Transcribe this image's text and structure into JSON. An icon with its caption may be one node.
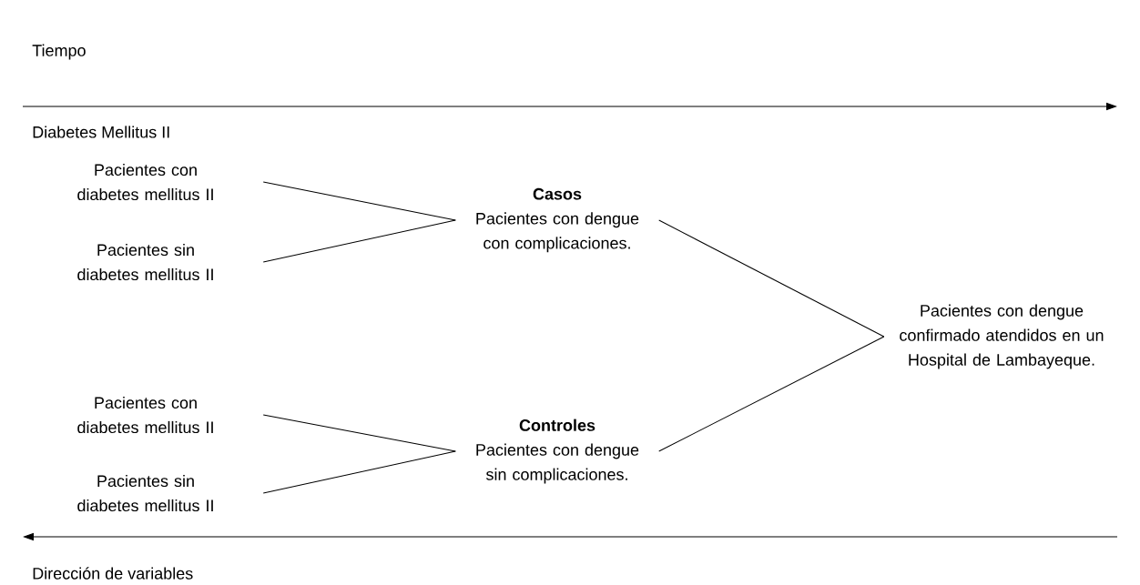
{
  "diagram": {
    "nodes": [
      {
        "text": [
          "Pacientes con diabetes mellitus II"
        ]
      },
      {
        "text": [
          "Pacientes sin diabetes mellitus II"
        ]
      },
      {
        "text": [
          "Casos",
          "Pacientes con dengue con complicaciones."
        ]
      },
      {
        "text": [
          "Pacientes con dengue confirmado atendidos en un Hospital de Lambayeque."
        ]
      },
      {
        "text": [
          "Pacientes con diabetes mellitus II"
        ]
      },
      {
        "text": [
          "Pacientes sin diabetes mellitus II"
        ]
      },
      {
        "text": [
          "Controles",
          "Pacientes con dengue sin complicaciones."
        ]
      }
    ],
    "edges": [
      {
        "from": 0,
        "to": 2,
        "arrow": "none"
      },
      {
        "from": 1,
        "to": 2,
        "arrow": "none"
      },
      {
        "from": 2,
        "to": 3,
        "arrow": "none"
      },
      {
        "from": 6,
        "to": 3,
        "arrow": "none"
      },
      {
        "from": 4,
        "to": 6,
        "arrow": "none"
      },
      {
        "from": 5,
        "to": 6,
        "arrow": "none"
      }
    ],
    "labels": [
      "Tiempo",
      "Diabetes Mellitus II",
      "Dirección de variables"
    ]
  }
}
